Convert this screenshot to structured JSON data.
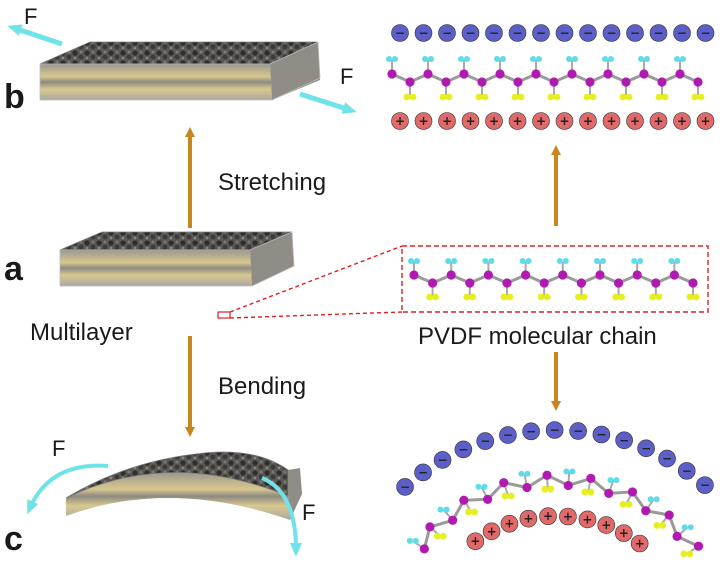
{
  "panel_letters": {
    "a": "a",
    "b": "b",
    "c": "c"
  },
  "labels": {
    "stretching": "Stretching",
    "bending": "Bending",
    "multilayer": "Multilayer",
    "pvdf_chain": "PVDF molecular chain"
  },
  "force_label": "F",
  "ion_signs": {
    "negative": "−",
    "positive": "+"
  },
  "colors": {
    "process_arrow": "#C8861E",
    "force_arrow": "#6FE3E8",
    "negative_ion": "#5B5FC7",
    "positive_ion": "#E06A6A",
    "carbon_atom": "#B01AB0",
    "fluorine_atom": "#E6F020",
    "hydrogen_atom": "#5EDCE8",
    "zoom_box": "#E02020",
    "film_top": "#4a4a48",
    "film_layer_gold": "#C9B57A"
  }
}
